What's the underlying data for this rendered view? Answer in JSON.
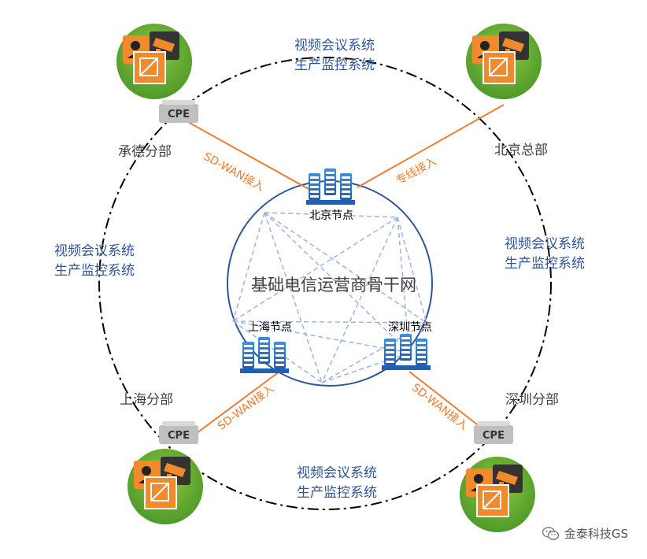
{
  "core_network": {
    "label": "基础电信运营商骨干网"
  },
  "nodes": {
    "beijing": "北京节点",
    "shanghai": "上海节点",
    "shenzhen": "深圳节点"
  },
  "branches": {
    "chengde": "承德分部",
    "beijing_hq": "北京总部",
    "shanghai": "上海分部",
    "shenzhen": "深圳分部"
  },
  "systems": {
    "top_line1": "视频会议系统",
    "top_line2": "生产监控系统",
    "left_line1": "视频会议系统",
    "left_line2": "生产监控系统",
    "right_line1": "视频会议系统",
    "right_line2": "生产监控系统",
    "bottom_line1": "视频会议系统",
    "bottom_line2": "生产监控系统"
  },
  "links": {
    "chengde": "SD-WAN接入",
    "beijing_hq": "专线接入",
    "shanghai": "SD-WAN接入",
    "shenzhen": "SD-WAN接入"
  },
  "cpe": {
    "label": "CPE"
  },
  "watermark": {
    "text": "金泰科技GS",
    "icon": "wechat-icon"
  },
  "colors": {
    "system_text": "#2f5597",
    "link_line": "#ed7d31",
    "core_circle": "#2f5597",
    "mesh": "#9db3e0",
    "site_green": "#5fa832",
    "site_orange": "#f08a2c"
  }
}
